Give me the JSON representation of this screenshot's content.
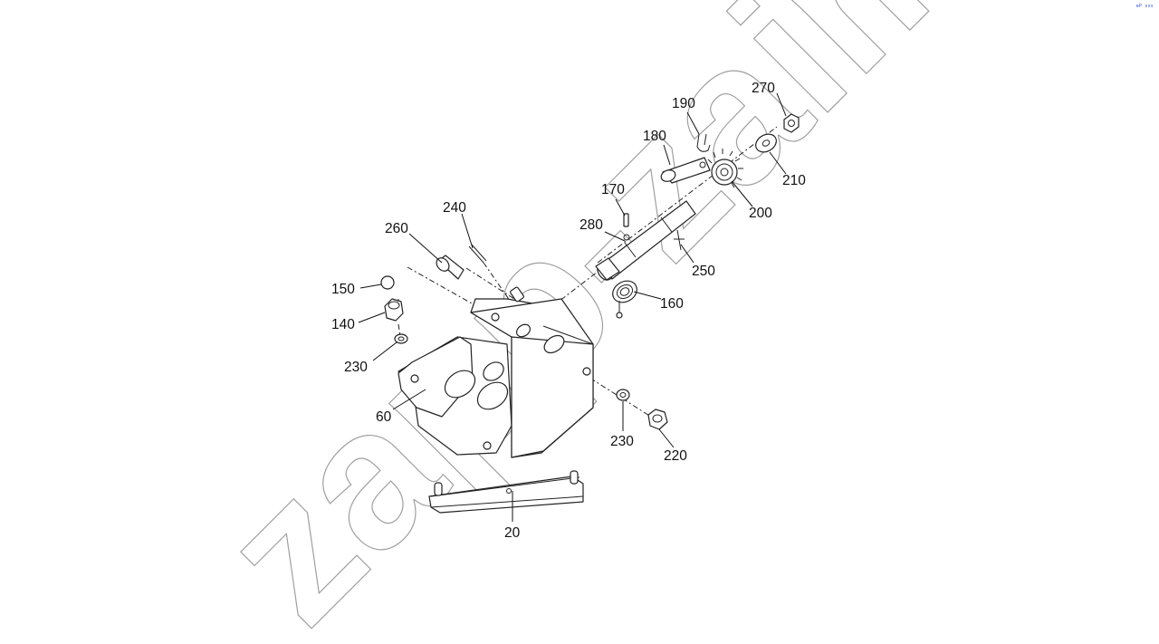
{
  "watermark": "zapp-zaim.ru",
  "corner_logo": "eP vxs",
  "callouts": [
    {
      "id": "270",
      "text": "270"
    },
    {
      "id": "190",
      "text": "190"
    },
    {
      "id": "180",
      "text": "180"
    },
    {
      "id": "210",
      "text": "210"
    },
    {
      "id": "200",
      "text": "200"
    },
    {
      "id": "170",
      "text": "170"
    },
    {
      "id": "240",
      "text": "240"
    },
    {
      "id": "280",
      "text": "280"
    },
    {
      "id": "260",
      "text": "260"
    },
    {
      "id": "250",
      "text": "250"
    },
    {
      "id": "150",
      "text": "150"
    },
    {
      "id": "160",
      "text": "160"
    },
    {
      "id": "140",
      "text": "140"
    },
    {
      "id": "230a",
      "text": "230"
    },
    {
      "id": "60",
      "text": "60"
    },
    {
      "id": "230b",
      "text": "230"
    },
    {
      "id": "220",
      "text": "220"
    },
    {
      "id": "20",
      "text": "20"
    }
  ]
}
